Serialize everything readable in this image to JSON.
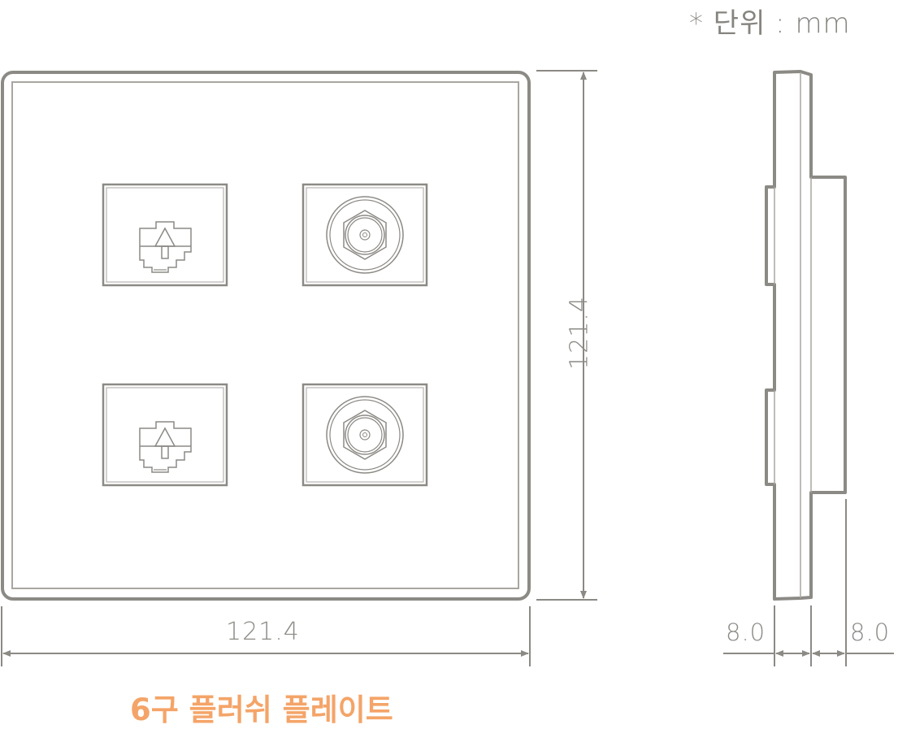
{
  "unit_note": "* 단위 : mm",
  "caption": "6구 플러쉬 플레이트",
  "colors": {
    "line": "#8c8a85",
    "line_light": "#a9a6a0",
    "caption": "#f4a468",
    "background": "#ffffff"
  },
  "front_view": {
    "width_label": "121.4",
    "height_label": "121.4",
    "sockets": [
      {
        "type": "rj45-data-socket",
        "row": 1,
        "col": 1
      },
      {
        "type": "coax-tv-socket",
        "row": 1,
        "col": 2
      },
      {
        "type": "rj45-data-socket",
        "row": 2,
        "col": 1
      },
      {
        "type": "coax-tv-socket",
        "row": 2,
        "col": 2
      }
    ]
  },
  "side_view": {
    "depth_front_label": "8.0",
    "depth_back_label": "8.0"
  }
}
